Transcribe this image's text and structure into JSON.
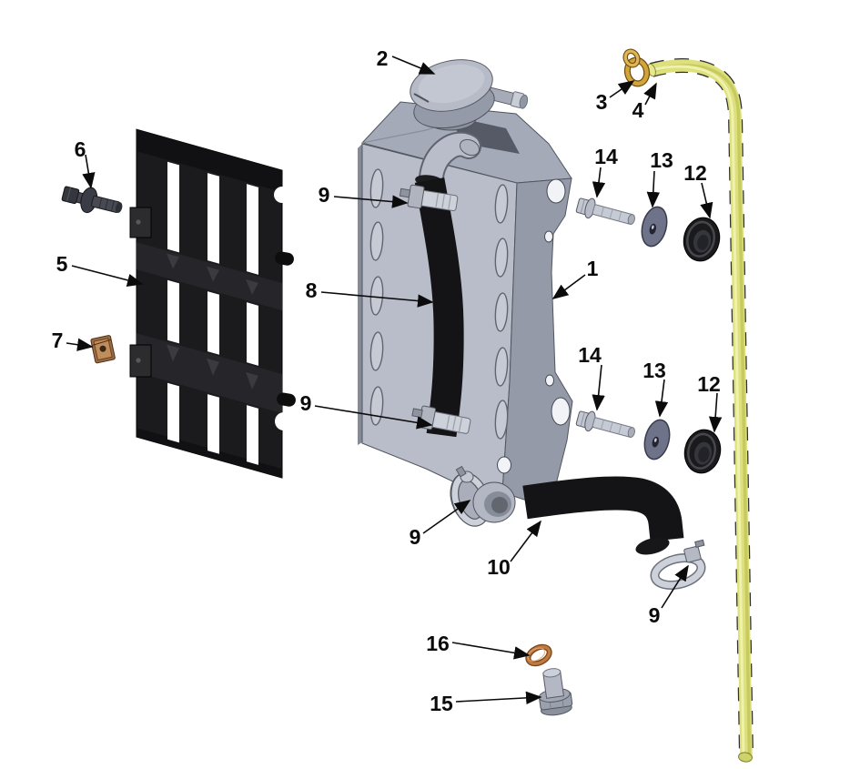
{
  "figure": {
    "kind": "exploded-parts-diagram",
    "subject": "radiator-assembly"
  },
  "callouts": [
    {
      "label": "2",
      "part": "radiator-cap"
    },
    {
      "label": "3",
      "part": "overflow-tube-clamp"
    },
    {
      "label": "4",
      "part": "overflow-tube"
    },
    {
      "label": "6",
      "part": "guard-mount-bolt"
    },
    {
      "label": "5",
      "part": "radiator-guard"
    },
    {
      "label": "7",
      "part": "guard-clip-nut"
    },
    {
      "label": "9",
      "part": "upper-hose-clamp"
    },
    {
      "label": "8",
      "part": "front-hose"
    },
    {
      "label": "9",
      "part": "middle-hose-clamp"
    },
    {
      "label": "1",
      "part": "radiator"
    },
    {
      "label": "14",
      "part": "upper-mount-bolt"
    },
    {
      "label": "13",
      "part": "upper-washer"
    },
    {
      "label": "12",
      "part": "upper-grommet"
    },
    {
      "label": "14",
      "part": "lower-mount-bolt"
    },
    {
      "label": "13",
      "part": "lower-washer"
    },
    {
      "label": "12",
      "part": "lower-grommet"
    },
    {
      "label": "9",
      "part": "outlet-clamp"
    },
    {
      "label": "10",
      "part": "outlet-hose"
    },
    {
      "label": "9",
      "part": "outlet-hose-clamp"
    },
    {
      "label": "16",
      "part": "drain-sealing-washer"
    },
    {
      "label": "15",
      "part": "drain-bolt"
    }
  ],
  "colors": {
    "background": "#ffffff",
    "line": "#0b0b0b",
    "guard": "#1b1b1d",
    "hose": "#141416",
    "rad-light": "#b9bdc9",
    "rad-mid": "#a5aab8",
    "rad-dark": "#959aa8",
    "clamp": "#cdd1d9",
    "tube": "#dde07c",
    "tube-dark": "#c6ca5f",
    "brass": "#d3a43c",
    "copper": "#c07a40",
    "washer": "#6f7389",
    "grommet": "#1a1a1d",
    "bolt-silver": "#c3c7d1",
    "dark-bolt": "#3a3d45"
  }
}
